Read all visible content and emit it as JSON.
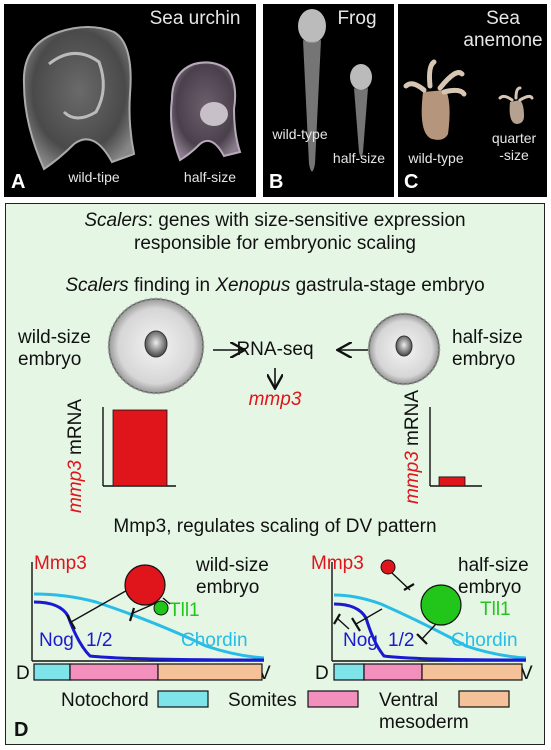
{
  "panels": {
    "a": {
      "letter": "A",
      "title": "Sea urchin",
      "left_label": "wild-tipe",
      "right_label": "half-size"
    },
    "b": {
      "letter": "B",
      "title": "Frog",
      "left_label": "wild-type",
      "right_label": "half-size"
    },
    "c": {
      "letter": "C",
      "title_line1": "Sea",
      "title_line2": "anemone",
      "left_label": "wild-type",
      "right_label_line1": "quarter",
      "right_label_line2": "-size"
    }
  },
  "panel_d": {
    "letter": "D",
    "scalers_word": "Scalers",
    "definition_line1_rest": ": genes with size-sensitive expression",
    "definition_line2": "responsible for embryonic scaling",
    "finding_word": "Scalers",
    "finding_mid": " finding in ",
    "finding_xenopus": "Xenopus",
    "finding_end": " gastrula-stage embryo",
    "wild_embryo_line1": "wild-size",
    "wild_embryo_line2": "embryo",
    "half_embryo_line1": "half-size",
    "half_embryo_line2": "embryo",
    "rnaseq": "RNA-seq",
    "gene": "mmp3",
    "axis_gene": "mmp3",
    "axis_mrna": "mRNA",
    "mmp3_expression": {
      "wild_size": 1.0,
      "half_size": 0.12
    },
    "regulation_title": "Mmp3, regulates  scaling of DV pattern",
    "diagram_left": {
      "mmp3": "Mmp3",
      "tll1": "Tll1",
      "embryo_line1": "wild-size",
      "embryo_line2": "embryo",
      "nog": "Nog",
      "half": "1/2",
      "chordin": "Chordin",
      "d": "D",
      "v": "V"
    },
    "diagram_right": {
      "mmp3": "Mmp3",
      "tll1": "Tll1",
      "embryo_line1": "half-size",
      "embryo_line2": "embryo",
      "nog": "Nog",
      "half": "1/2",
      "chordin": "Chordin",
      "d": "D",
      "v": "V"
    },
    "legend": {
      "notochord": "Notochord",
      "somites": "Somites",
      "ventral_line1": "Ventral",
      "ventral_line2": "mesoderm"
    },
    "colors": {
      "red": "#e0141b",
      "green": "#22c51a",
      "navy": "#1a1ad0",
      "cyan": "#27bde6",
      "notochord": "#7fe3ea",
      "somites": "#f28fbd",
      "ventral": "#f5c199",
      "background": "#e5f6e5"
    }
  }
}
